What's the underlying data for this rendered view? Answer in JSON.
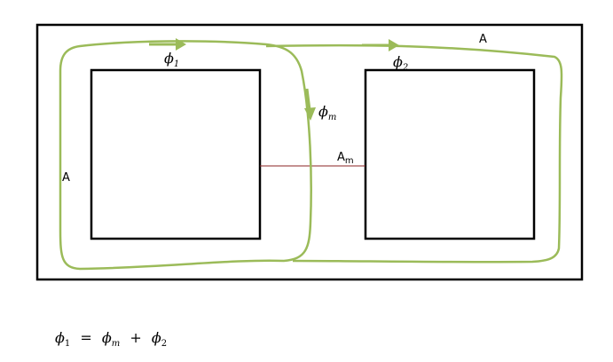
{
  "labels": {
    "a_left": "A",
    "a_top": "A",
    "am_main": "A",
    "am_sub": "m",
    "phi1_main": "ϕ",
    "phi1_sub": "1",
    "phi2_main": "ϕ",
    "phi2_sub": "2",
    "phim_main": "ϕ",
    "phim_sub": "m"
  },
  "equation": {
    "lhs": "ϕ",
    "lhs_sub": "1",
    "equals": "=",
    "term1": "ϕ",
    "term1_sub": "m",
    "plus": "+",
    "term2": "ϕ",
    "term2_sub": "2"
  },
  "colors": {
    "frame": "#000000",
    "flux_path": "#9bbb59",
    "air_gap": "#8b2323"
  }
}
